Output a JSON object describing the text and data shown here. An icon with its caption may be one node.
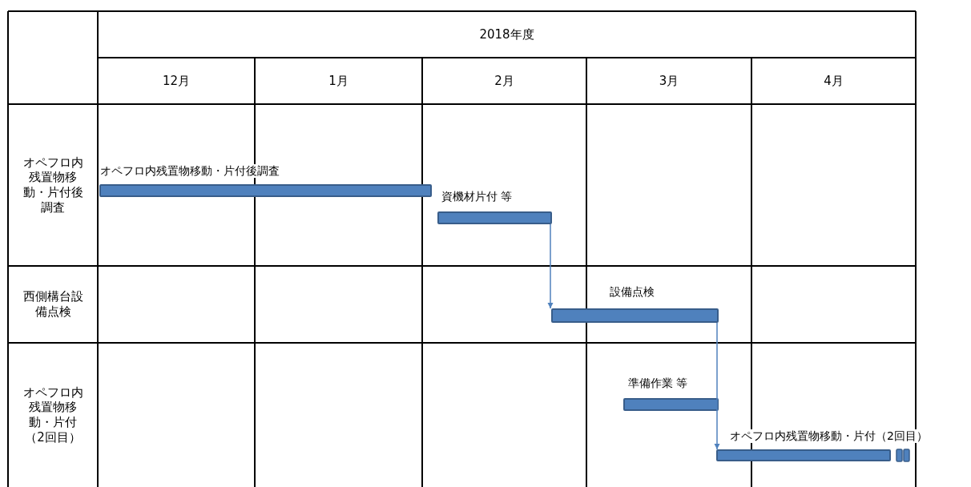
{
  "diagram": {
    "nodes": [
      {
        "text": [],
        "shape": "bar",
        "beside": [
          "オペフロ内残置物移動・片付後調査"
        ]
      },
      {
        "text": [],
        "shape": "bar",
        "beside": [
          "資機材片付 等"
        ]
      },
      {
        "text": [],
        "shape": "bar",
        "beside": [
          "設備点検"
        ]
      },
      {
        "text": [],
        "shape": "bar",
        "beside": [
          "準備作業 等"
        ]
      },
      {
        "text": [],
        "shape": "bar",
        "beside": [
          "オペフロ内残置物移動・片付（2回目）"
        ]
      }
    ],
    "edges": [
      {
        "from": 1,
        "to": 2,
        "arrow": "to"
      },
      {
        "from": 2,
        "to": 4,
        "arrow": "to"
      }
    ],
    "labels": [
      "2018年度",
      "12月",
      "1月",
      "2月",
      "3月",
      "4月",
      "オペフロ内残置物移動・片付後調査",
      "西側構台設備点検",
      "オペフロ内残置物移動・片付（2回目）"
    ]
  }
}
